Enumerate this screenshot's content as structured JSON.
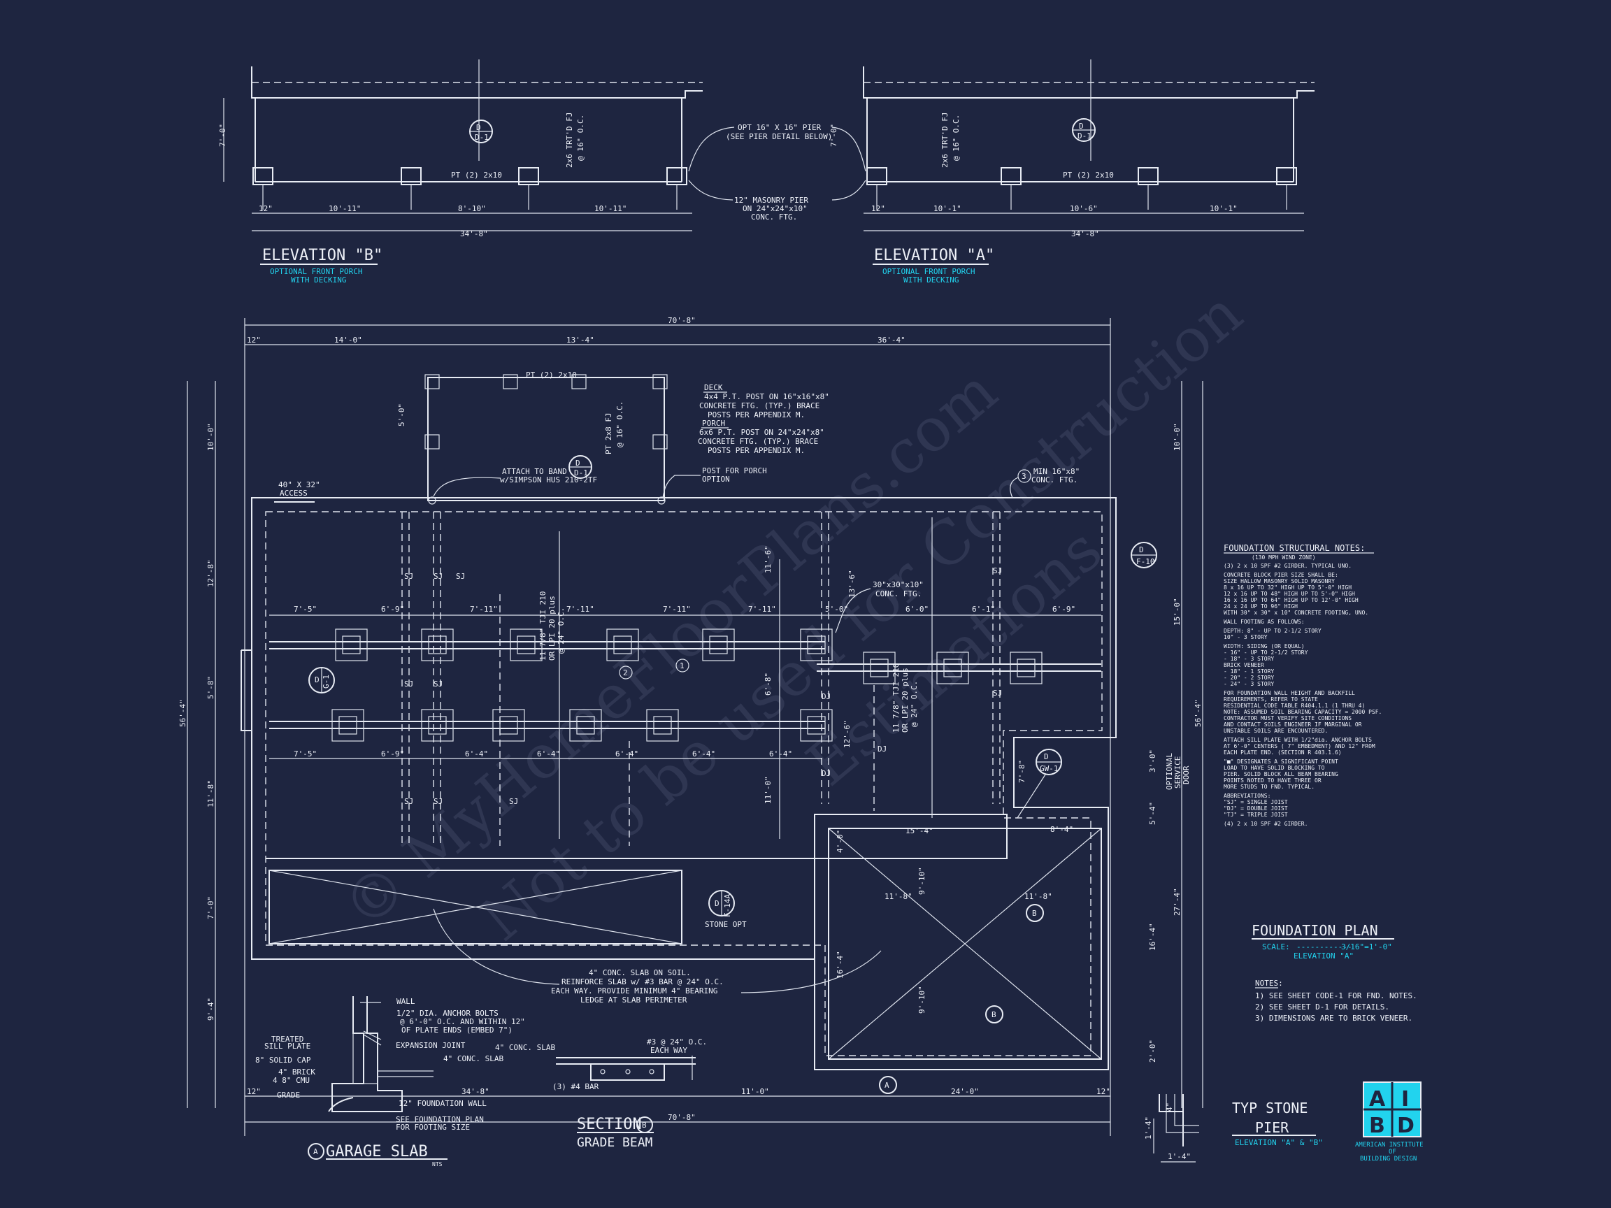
{
  "elevations": {
    "b": {
      "title": "ELEVATION \"B\"",
      "subtitle_1": "OPTIONAL FRONT PORCH",
      "subtitle_2": "WITH DECKING",
      "overall": "34'-8\"",
      "spans": [
        "10'-11\"",
        "8'-10\"",
        "10'-11\""
      ],
      "pier": "12\"",
      "beam": "PT (2) 2x10",
      "joist_1": "2x6 TRT'D FJ",
      "joist_2": "@ 16\" O.C.",
      "height": "7'-0\""
    },
    "a": {
      "title": "ELEVATION \"A\"",
      "subtitle_1": "OPTIONAL FRONT PORCH",
      "subtitle_2": "WITH DECKING",
      "overall": "34'-8\"",
      "spans": [
        "10'-1\"",
        "10'-6\"",
        "10'-1\""
      ],
      "pier": "12\"",
      "beam": "PT (2) 2x10",
      "joist_1": "2x6 TRT'D FJ",
      "joist_2": "@ 16\" O.C.",
      "height": "7'-0\""
    },
    "callout_top_1": "OPT 16\" X 16\" PIER",
    "callout_top_2": "(SEE PIER DETAIL BELOW)",
    "callout_bottom_1": "12\" MASONRY PIER",
    "callout_bottom_2": "ON 24\"x24\"x10\"",
    "callout_bottom_3": "CONC. FTG."
  },
  "plan": {
    "overall_width": "70'-8\"",
    "top_dims": [
      "12\"",
      "14'-0\"",
      "13'-4\"",
      "36'-4\""
    ],
    "overall_depth": "56'-4\"",
    "left_dims": [
      "10'-0\"",
      "12'-8\"",
      "5'-8\"",
      "11'-8\"",
      "7'-0\"",
      "9'-4\""
    ],
    "right_dims": [
      "10'-0\"",
      "15'-0\"",
      "56'-4\"",
      "27'-4\"",
      "3'-0\"",
      "5'-4\"",
      "16'-4\"",
      "2'-0\""
    ],
    "row_dims_1": [
      "7'-5\"",
      "6'-9\"",
      "7'-11\"",
      "7'-11\"",
      "7'-11\"",
      "7'-11\"",
      "5'-0\"",
      "6'-0\"",
      "6'-1\"",
      "6'-9\""
    ],
    "row_dims_2": [
      "7'-5\"",
      "6'-9\"",
      "6'-4\"",
      "6'-4\"",
      "6'-4\"",
      "6'-4\"",
      "6'-4\""
    ],
    "bottom_dims": [
      "12\"",
      "34'-8\"",
      "11'-0\"",
      "24'-0\"",
      "12\""
    ],
    "bottom_overall": "70'-8\"",
    "deck_beam": "PT (2) 2x10",
    "deck_dim": "5'-0\"",
    "deck_joist_1": "PT 2x8 FJ",
    "deck_joist_2": "@ 16\" O.C.",
    "deck_note": [
      "DECK",
      "4x4 P.T. POST ON 16\"x16\"x8\"",
      "CONCRETE FTG. (TYP.) BRACE",
      "POSTS PER APPENDIX M.",
      "PORCH",
      "6x6 P.T. POST ON 24\"x24\"x8\"",
      "CONCRETE FTG. (TYP.) BRACE",
      "POSTS PER APPENDIX M."
    ],
    "attach_note": [
      "ATTACH TO BAND",
      "w/SIMPSON HUS 210-2TF"
    ],
    "post_note": [
      "POST FOR PORCH",
      "OPTION"
    ],
    "access_note": [
      "40\" X 32\"",
      "ACCESS"
    ],
    "ftg_note": [
      "MIN 16\"x8\"",
      "CONC. FTG."
    ],
    "pad_note": [
      "30\"x30\"x10\"",
      "CONC. FTG."
    ],
    "joist_note_1": [
      "11 7/8\" TJI 210",
      "OR LPI 20 plus",
      "@ 24\" O.C."
    ],
    "joist_note_2": [
      "11 7/8\" TJI 210",
      "OR LPI 20 plus",
      "@ 24\" O.C."
    ],
    "sj": "SJ",
    "dj": "DJ",
    "interior_dims": [
      "11'-6\"",
      "13'-6\"",
      "6'-8\"",
      "11'-0\"",
      "12'-6\"",
      "7'-8\"",
      "8'-4\"",
      "15'-4\"",
      "11'-8\"",
      "11'-8\"",
      "9'-10\"",
      "9'-10\"",
      "16'-4\"",
      "4'-0\""
    ],
    "slab_note": [
      "4\" CONC. SLAB ON SOIL.",
      "REINFORCE SLAB w/ #3 BAR @ 24\" O.C.",
      "EACH WAY.  PROVIDE MINIMUM 4\" BEARING",
      "LEDGE AT SLAB PERIMETER"
    ],
    "stone_opt": "STONE OPT",
    "service_door": [
      "OPTIONAL",
      "SERVICE",
      "DOOR"
    ],
    "tags": [
      "D",
      "D-1",
      "D",
      "D-1",
      "D",
      "F-10",
      "D",
      "G-1",
      "D",
      "GW-1",
      "D",
      "F-14A",
      "A",
      "B",
      "B",
      "1",
      "2",
      "3"
    ]
  },
  "notes": {
    "heading": "FOUNDATION STRUCTURAL NOTES:",
    "sub": "(130 MPH WIND ZONE)",
    "items": [
      "(3) 2 x 10 SPF #2 GIRDER. TYPICAL UNO.",
      "CONCRETE BLOCK PIER SIZE SHALL BE:",
      "SIZE      HALLOW MASONRY     SOLID MASONRY",
      "8 x 16     UP TO 32\" HIGH      UP TO 5'-0\" HIGH",
      "12 x 16    UP TO 48\" HIGH      UP TO 5'-0\" HIGH",
      "16 x 16    UP TO 64\" HIGH      UP TO 12'-0\" HIGH",
      "24 x 24    UP TO 96\" HIGH",
      "WITH 30\" x 30\" x 10\" CONCRETE FOOTING, UNO.",
      "WALL FOOTING AS FOLLOWS:",
      "DEPTH:  8\" - UP TO 2-1/2 STORY",
      "        10\" - 3 STORY",
      "WIDTH:  SIDING (OR EQUAL)",
      "        - 16\" - UP TO 2-1/2 STORY",
      "        - 18\" - 3 STORY",
      "        BRICK VENEER",
      "        - 18\" - 1 STORY",
      "        - 20\" - 2 STORY",
      "        - 24\" - 3 STORY",
      "FOR FOUNDATION WALL HEIGHT AND BACKFILL",
      "REQUIREMENTS, REFER TO STATE",
      "RESIDENTIAL CODE TABLE R404.1.1 (1 THRU 4)",
      "NOTE: ASSUMED SOIL BEARING CAPACITY = 2000 PSF.",
      "CONTRACTOR MUST VERIFY SITE CONDITIONS",
      "AND CONTACT SOILS ENGINEER IF MARGINAL OR",
      "UNSTABLE SOILS ARE ENCOUNTERED.",
      "ATTACH SILL PLATE WITH 1/2\"dia. ANCHOR BOLTS",
      "AT 6'-0\" CENTERS ( 7\" EMBEDMENT) AND 12\" FROM",
      "EACH PLATE END. (SECTION R 403.1.6)",
      "\"■\" DESIGNATES A SIGNIFICANT POINT",
      "LOAD TO HAVE SOLID BLOCKING TO",
      "PIER. SOLID BLOCK ALL BEAM BEARING",
      "POINTS NOTED TO HAVE THREE OR",
      "MORE STUDS TO FND. TYPICAL.",
      "ABBREVIATIONS:",
      "\"SJ\" = SINGLE JOIST",
      "\"DJ\" = DOUBLE JOIST",
      "\"TJ\" = TRIPLE JOIST",
      "(4) 2 x 10 SPF #2 GIRDER."
    ]
  },
  "title_block": {
    "title": "FOUNDATION PLAN",
    "scale_label": "SCALE: ",
    "scale_value": "3/16\"=1'-0\"",
    "elevation": "ELEVATION \"A\"",
    "notes_heading": "NOTES:",
    "notes": [
      "1) SEE SHEET CODE-1 FOR FND. NOTES.",
      "2) SEE SHEET D-1 FOR DETAILS.",
      "3) DIMENSIONS ARE TO BRICK VENEER."
    ]
  },
  "details": {
    "garage_slab": {
      "tag": "A",
      "title": "GARAGE SLAB",
      "scale": "NTS",
      "labels": [
        "WALL",
        "1/2\" DIA. ANCHOR BOLTS",
        "@ 6'-0\" O.C. AND WITHIN 12\"",
        "OF PLATE ENDS (EMBED 7\")",
        "TREATED",
        "SILL PLATE",
        "8\" SOLID CAP",
        "4\" BRICK",
        "4 8\" CMU",
        "GRADE",
        "EXPANSION JOINT",
        "4\" CONC. SLAB",
        "12\" FOUNDATION WALL",
        "SEE FOUNDATION PLAN",
        "FOR FOOTING SIZE"
      ]
    },
    "section_b": {
      "tag": "B",
      "title_1": "SECTION",
      "title_2": "GRADE BEAM",
      "labels": [
        "4\" CONC. SLAB",
        "#3 @ 24\" O.C.",
        "EACH WAY",
        "(3) #4 BAR"
      ]
    },
    "stone_pier": {
      "title_1": "TYP STONE",
      "title_2": "PIER",
      "subtitle": "ELEVATION \"A\" & \"B\"",
      "dims": [
        "1'-4\"",
        "1'-4\"",
        "4\""
      ]
    }
  },
  "logo": {
    "letters": [
      "A",
      "I",
      "B",
      "D"
    ],
    "line_1": "AMERICAN INSTITUTE",
    "line_2": "OF",
    "line_3": "BUILDING DESIGN"
  },
  "watermark": [
    "© MyHomeFloorPlans.com",
    "Not to be used for Construction",
    "Estimations"
  ],
  "colors": {
    "background": "#1e2540",
    "line": "#e8ecf4",
    "accent": "#22d3ee",
    "logo_fill": "#22d3ee"
  }
}
